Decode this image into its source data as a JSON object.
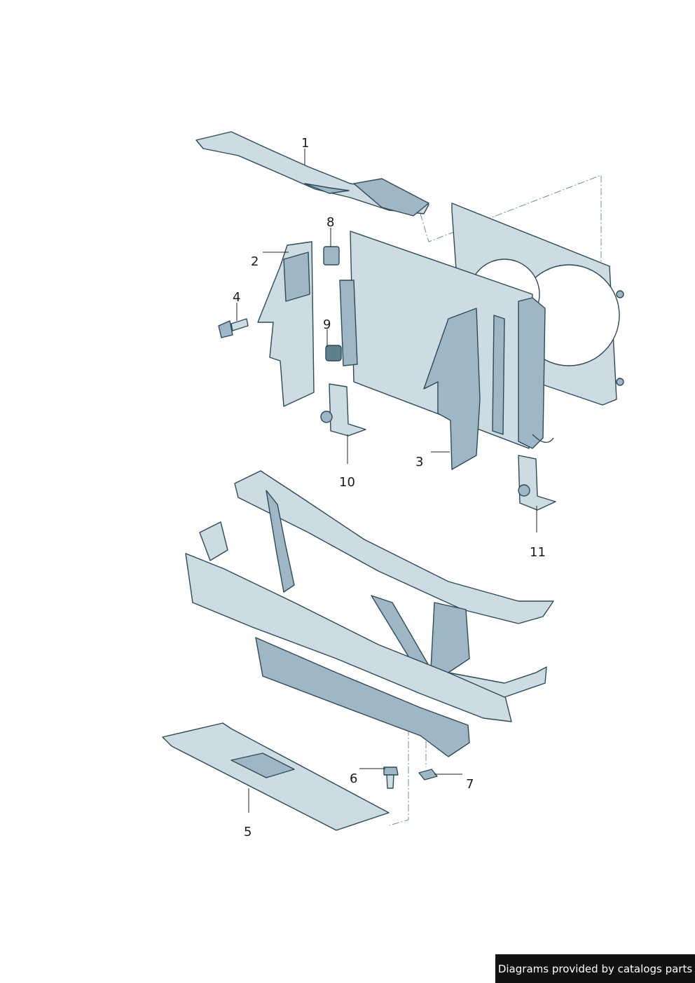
{
  "callouts": [
    {
      "id": "1",
      "label": "1"
    },
    {
      "id": "2",
      "label": "2"
    },
    {
      "id": "3",
      "label": "3"
    },
    {
      "id": "4",
      "label": "4"
    },
    {
      "id": "5",
      "label": "5"
    },
    {
      "id": "6",
      "label": "6"
    },
    {
      "id": "7",
      "label": "7"
    },
    {
      "id": "8",
      "label": "8"
    },
    {
      "id": "9",
      "label": "9"
    },
    {
      "id": "10",
      "label": "10"
    },
    {
      "id": "11",
      "label": "11"
    }
  ],
  "credit": "Diagrams provided by catalogs parts",
  "colors": {
    "part_fill": "#cddbe3",
    "part_shadow": "#9fb7c4",
    "outline": "#2d4a58",
    "credit_bg": "#111111"
  }
}
